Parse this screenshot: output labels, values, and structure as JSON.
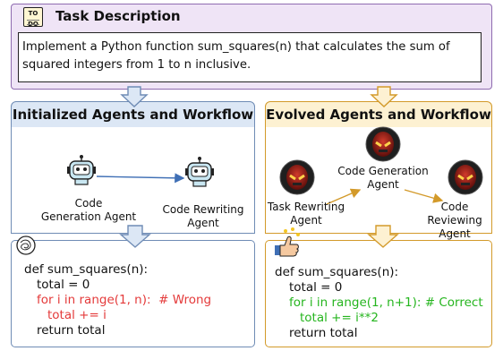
{
  "task": {
    "icon_text": "TO DO",
    "title": "Task Description",
    "description_line1": "Implement a Python function sum_squares(n) that calculates the sum of",
    "description_line2": "squared integers from 1 to n inclusive."
  },
  "initialized": {
    "title": "Initialized Agents and Workflow",
    "agent1_line1": "Code",
    "agent1_line2": "Generation Agent",
    "agent2_line1": "Code Rewriting",
    "agent2_line2": "Agent",
    "code": {
      "line1": "def sum_squares(n):",
      "line2": "total = 0",
      "line3": "for i in range(1, n):  # Wrong",
      "line4": "total += i",
      "line5": "return total"
    }
  },
  "evolved": {
    "title": "Evolved Agents and Workflow",
    "agent_top_line1": "Code Generation",
    "agent_top_line2": "Agent",
    "agent_left_line1": "Task Rewriting",
    "agent_left_line2": "Agent",
    "agent_right_line1": "Code Reviewing",
    "agent_right_line2": "Agent",
    "code": {
      "line1": "def sum_squares(n):",
      "line2": "total = 0",
      "line3": "for i in range(1, n+1): # Correct",
      "line4": "total += i**2",
      "line5": "return total"
    }
  },
  "colors": {
    "task_bg": "#efe4f6",
    "left_accent": "#6f8cb5",
    "right_accent": "#d39a2a",
    "wrong": "#e43a3a",
    "correct": "#25b51e"
  }
}
